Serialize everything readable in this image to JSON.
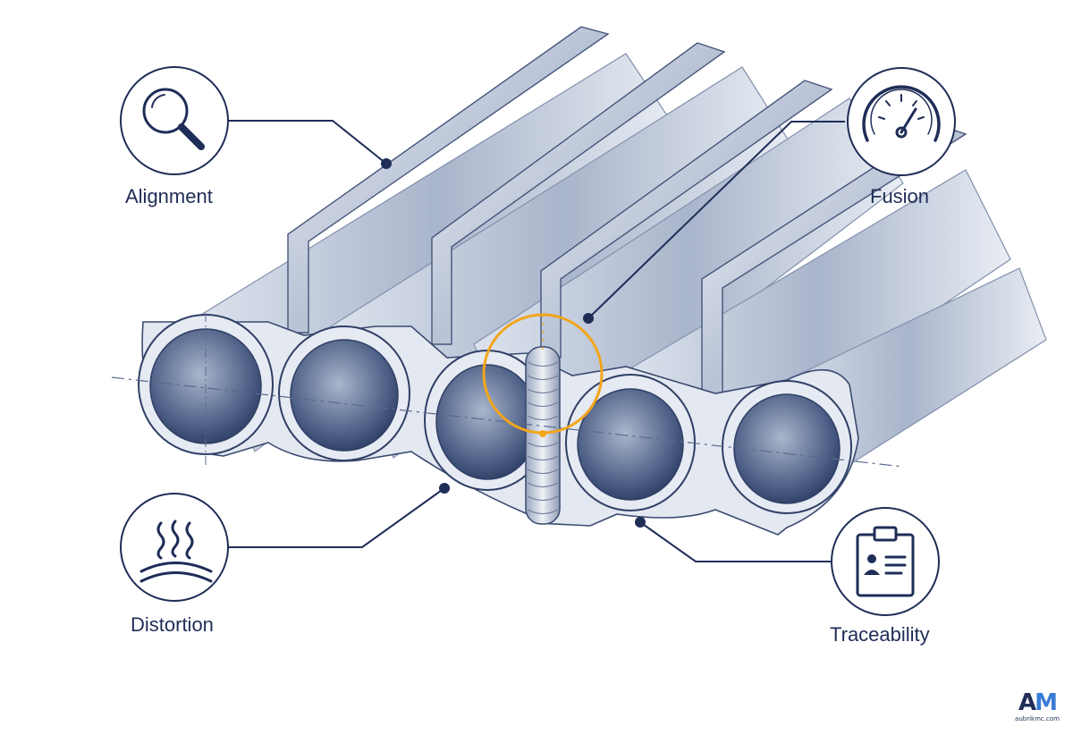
{
  "callouts": {
    "alignment": {
      "label": "Alignment",
      "icon": "magnifier-icon"
    },
    "fusion": {
      "label": "Fusion",
      "icon": "gauge-icon"
    },
    "distortion": {
      "label": "Distortion",
      "icon": "heat-waves-icon"
    },
    "traceability": {
      "label": "Traceability",
      "icon": "clipboard-id-icon"
    }
  },
  "brand": {
    "mark": "AM",
    "url": "aubrikmc.com"
  },
  "colors": {
    "ink": "#1f2d57",
    "highlight": "#f2a51a",
    "steel": "#c9d1df",
    "brand_blue": "#3a7bd5"
  }
}
